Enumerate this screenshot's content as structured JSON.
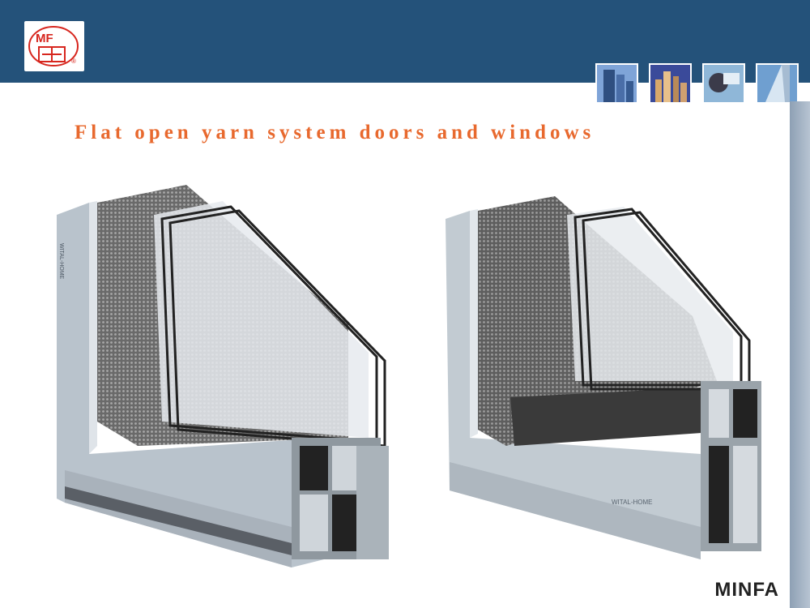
{
  "header": {
    "logo_text_top": "MF",
    "logo_registered": "®",
    "thumbnails": [
      {
        "icon": "city-skyscraper-image"
      },
      {
        "icon": "night-city-image"
      },
      {
        "icon": "phone-call-image"
      },
      {
        "icon": "glass-building-image"
      }
    ]
  },
  "slide": {
    "title": "Flat open yarn system doors and windows",
    "brand": "MINFA",
    "product_mark": "WITAL-HOME"
  },
  "colors": {
    "header": "#24527a",
    "title": "#e8692e",
    "side_bar": "#a5b4c4"
  }
}
